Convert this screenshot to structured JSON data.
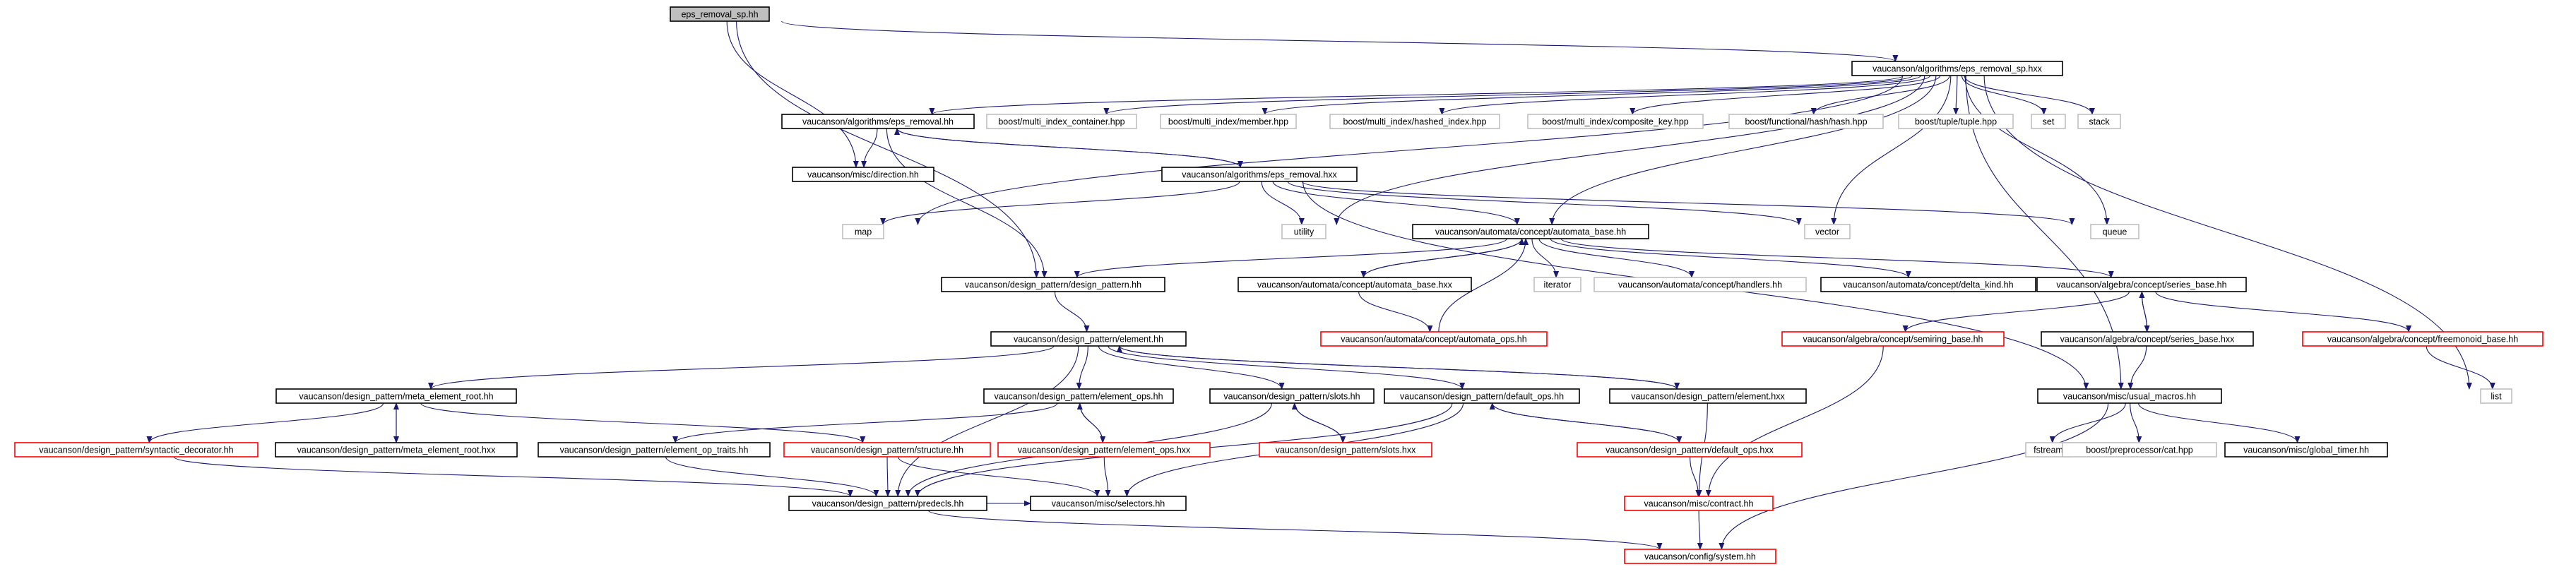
{
  "colors": {
    "edge": "#191970",
    "root_fill": "#bfbfbf",
    "normal_border": "#000000",
    "missing_border": "#ff0000",
    "external_border": "#c0c0c0"
  },
  "nodes": {
    "eps_removal_sp_hh": {
      "label": "eps_removal_sp.hh",
      "kind": "root"
    },
    "eps_removal_sp_hxx": {
      "label": "vaucanson/algorithms/eps_removal_sp.hxx",
      "kind": "normal"
    },
    "eps_removal_hh": {
      "label": "vaucanson/algorithms/eps_removal.hh",
      "kind": "normal"
    },
    "boost_mic": {
      "label": "boost/multi_index_container.hpp",
      "kind": "external"
    },
    "boost_member": {
      "label": "boost/multi_index/member.hpp",
      "kind": "external"
    },
    "boost_hashed": {
      "label": "boost/multi_index/hashed_index.hpp",
      "kind": "external"
    },
    "boost_composite": {
      "label": "boost/multi_index/composite_key.hpp",
      "kind": "external"
    },
    "boost_hash": {
      "label": "boost/functional/hash/hash.hpp",
      "kind": "external"
    },
    "boost_tuple": {
      "label": "boost/tuple/tuple.hpp",
      "kind": "external"
    },
    "set": {
      "label": "set",
      "kind": "external"
    },
    "stack": {
      "label": "stack",
      "kind": "external"
    },
    "direction_hh": {
      "label": "vaucanson/misc/direction.hh",
      "kind": "normal"
    },
    "eps_removal_hxx": {
      "label": "vaucanson/algorithms/eps_removal.hxx",
      "kind": "normal"
    },
    "map": {
      "label": "map",
      "kind": "external"
    },
    "utility": {
      "label": "utility",
      "kind": "external"
    },
    "automata_base_hh": {
      "label": "vaucanson/automata/concept/automata_base.hh",
      "kind": "normal"
    },
    "vector": {
      "label": "vector",
      "kind": "external"
    },
    "queue": {
      "label": "queue",
      "kind": "external"
    },
    "design_pattern_hh": {
      "label": "vaucanson/design_pattern/design_pattern.hh",
      "kind": "normal"
    },
    "automata_base_hxx": {
      "label": "vaucanson/automata/concept/automata_base.hxx",
      "kind": "normal"
    },
    "iterator": {
      "label": "iterator",
      "kind": "external"
    },
    "handlers_hh": {
      "label": "vaucanson/automata/concept/handlers.hh",
      "kind": "external"
    },
    "delta_kind_hh": {
      "label": "vaucanson/automata/concept/delta_kind.hh",
      "kind": "normal"
    },
    "series_base_hh": {
      "label": "vaucanson/algebra/concept/series_base.hh",
      "kind": "normal"
    },
    "automata_ops_hh": {
      "label": "vaucanson/automata/concept/automata_ops.hh",
      "kind": "missing"
    },
    "element_hh": {
      "label": "vaucanson/design_pattern/element.hh",
      "kind": "normal"
    },
    "semiring_base_hh": {
      "label": "vaucanson/algebra/concept/semiring_base.hh",
      "kind": "missing"
    },
    "series_base_hxx": {
      "label": "vaucanson/algebra/concept/series_base.hxx",
      "kind": "normal"
    },
    "freemonoid_base_hh": {
      "label": "vaucanson/algebra/concept/freemonoid_base.hh",
      "kind": "missing"
    },
    "list": {
      "label": "list",
      "kind": "external"
    },
    "meta_element_root_hh": {
      "label": "vaucanson/design_pattern/meta_element_root.hh",
      "kind": "normal"
    },
    "element_ops_hh": {
      "label": "vaucanson/design_pattern/element_ops.hh",
      "kind": "normal"
    },
    "slots_hh": {
      "label": "vaucanson/design_pattern/slots.hh",
      "kind": "normal"
    },
    "default_ops_hh": {
      "label": "vaucanson/design_pattern/default_ops.hh",
      "kind": "normal"
    },
    "element_hxx": {
      "label": "vaucanson/design_pattern/element.hxx",
      "kind": "normal"
    },
    "usual_macros_hh": {
      "label": "vaucanson/misc/usual_macros.hh",
      "kind": "normal"
    },
    "syntactic_decorator_hh": {
      "label": "vaucanson/design_pattern/syntactic_decorator.hh",
      "kind": "missing"
    },
    "meta_element_root_hxx": {
      "label": "vaucanson/design_pattern/meta_element_root.hxx",
      "kind": "normal"
    },
    "element_op_traits_hh": {
      "label": "vaucanson/design_pattern/element_op_traits.hh",
      "kind": "normal"
    },
    "structure_hh": {
      "label": "vaucanson/design_pattern/structure.hh",
      "kind": "missing"
    },
    "element_ops_hxx": {
      "label": "vaucanson/design_pattern/element_ops.hxx",
      "kind": "missing"
    },
    "slots_hxx": {
      "label": "vaucanson/design_pattern/slots.hxx",
      "kind": "missing"
    },
    "default_ops_hxx": {
      "label": "vaucanson/design_pattern/default_ops.hxx",
      "kind": "missing"
    },
    "fstream": {
      "label": "fstream",
      "kind": "external"
    },
    "boost_cat": {
      "label": "boost/preprocessor/cat.hpp",
      "kind": "external"
    },
    "global_timer_hh": {
      "label": "vaucanson/misc/global_timer.hh",
      "kind": "normal"
    },
    "predecls_hh": {
      "label": "vaucanson/design_pattern/predecls.hh",
      "kind": "normal"
    },
    "selectors_hh": {
      "label": "vaucanson/misc/selectors.hh",
      "kind": "normal"
    },
    "contract_hh": {
      "label": "vaucanson/misc/contract.hh",
      "kind": "missing"
    },
    "system_hh": {
      "label": "vaucanson/config/system.hh",
      "kind": "missing"
    }
  },
  "edges": [
    [
      "eps_removal_sp_hh",
      "eps_removal_sp_hxx"
    ],
    [
      "eps_removal_sp_hh",
      "direction_hh"
    ],
    [
      "eps_removal_sp_hh",
      "design_pattern_hh"
    ],
    [
      "eps_removal_sp_hxx",
      "eps_removal_hh"
    ],
    [
      "eps_removal_sp_hxx",
      "boost_mic"
    ],
    [
      "eps_removal_sp_hxx",
      "boost_member"
    ],
    [
      "eps_removal_sp_hxx",
      "boost_hashed"
    ],
    [
      "eps_removal_sp_hxx",
      "boost_composite"
    ],
    [
      "eps_removal_sp_hxx",
      "boost_hash"
    ],
    [
      "eps_removal_sp_hxx",
      "boost_tuple"
    ],
    [
      "eps_removal_sp_hxx",
      "set"
    ],
    [
      "eps_removal_sp_hxx",
      "stack"
    ],
    [
      "eps_removal_sp_hxx",
      "map"
    ],
    [
      "eps_removal_sp_hxx",
      "utility"
    ],
    [
      "eps_removal_sp_hxx",
      "automata_base_hh"
    ],
    [
      "eps_removal_sp_hxx",
      "vector"
    ],
    [
      "eps_removal_sp_hxx",
      "queue"
    ],
    [
      "eps_removal_sp_hxx",
      "usual_macros_hh"
    ],
    [
      "eps_removal_sp_hxx",
      "list"
    ],
    [
      "eps_removal_hh",
      "direction_hh"
    ],
    [
      "eps_removal_hh",
      "design_pattern_hh"
    ],
    [
      "eps_removal_hh",
      "eps_removal_hxx"
    ],
    [
      "eps_removal_hxx",
      "eps_removal_hh"
    ],
    [
      "eps_removal_hxx",
      "map"
    ],
    [
      "eps_removal_hxx",
      "utility"
    ],
    [
      "eps_removal_hxx",
      "automata_base_hh"
    ],
    [
      "eps_removal_hxx",
      "vector"
    ],
    [
      "eps_removal_hxx",
      "queue"
    ],
    [
      "eps_removal_hxx",
      "usual_macros_hh"
    ],
    [
      "automata_base_hh",
      "design_pattern_hh"
    ],
    [
      "automata_base_hh",
      "automata_base_hxx"
    ],
    [
      "automata_base_hh",
      "iterator"
    ],
    [
      "automata_base_hh",
      "handlers_hh"
    ],
    [
      "automata_base_hh",
      "delta_kind_hh"
    ],
    [
      "automata_base_hh",
      "series_base_hh"
    ],
    [
      "automata_base_hxx",
      "automata_base_hh"
    ],
    [
      "automata_base_hxx",
      "automata_ops_hh"
    ],
    [
      "automata_ops_hh",
      "automata_base_hh"
    ],
    [
      "design_pattern_hh",
      "element_hh"
    ],
    [
      "series_base_hh",
      "semiring_base_hh"
    ],
    [
      "series_base_hh",
      "series_base_hxx"
    ],
    [
      "series_base_hh",
      "freemonoid_base_hh"
    ],
    [
      "series_base_hxx",
      "series_base_hh"
    ],
    [
      "series_base_hxx",
      "usual_macros_hh"
    ],
    [
      "semiring_base_hh",
      "contract_hh"
    ],
    [
      "freemonoid_base_hh",
      "list"
    ],
    [
      "element_hh",
      "meta_element_root_hh"
    ],
    [
      "element_hh",
      "element_ops_hh"
    ],
    [
      "element_hh",
      "slots_hh"
    ],
    [
      "element_hh",
      "default_ops_hh"
    ],
    [
      "element_hh",
      "element_hxx"
    ],
    [
      "element_hh",
      "predecls_hh"
    ],
    [
      "element_hxx",
      "element_hh"
    ],
    [
      "element_hxx",
      "contract_hh"
    ],
    [
      "meta_element_root_hh",
      "syntactic_decorator_hh"
    ],
    [
      "meta_element_root_hh",
      "meta_element_root_hxx"
    ],
    [
      "meta_element_root_hh",
      "structure_hh"
    ],
    [
      "meta_element_root_hxx",
      "meta_element_root_hh"
    ],
    [
      "syntactic_decorator_hh",
      "predecls_hh"
    ],
    [
      "element_ops_hh",
      "element_op_traits_hh"
    ],
    [
      "element_ops_hh",
      "element_ops_hxx"
    ],
    [
      "element_ops_hxx",
      "element_ops_hh"
    ],
    [
      "element_ops_hxx",
      "selectors_hh"
    ],
    [
      "element_op_traits_hh",
      "predecls_hh"
    ],
    [
      "structure_hh",
      "predecls_hh"
    ],
    [
      "structure_hh",
      "selectors_hh"
    ],
    [
      "slots_hh",
      "slots_hxx"
    ],
    [
      "slots_hh",
      "predecls_hh"
    ],
    [
      "slots_hxx",
      "slots_hh"
    ],
    [
      "default_ops_hh",
      "default_ops_hxx"
    ],
    [
      "default_ops_hh",
      "predecls_hh"
    ],
    [
      "default_ops_hh",
      "selectors_hh"
    ],
    [
      "default_ops_hxx",
      "default_ops_hh"
    ],
    [
      "default_ops_hxx",
      "contract_hh"
    ],
    [
      "usual_macros_hh",
      "fstream"
    ],
    [
      "usual_macros_hh",
      "boost_cat"
    ],
    [
      "usual_macros_hh",
      "global_timer_hh"
    ],
    [
      "usual_macros_hh",
      "system_hh"
    ],
    [
      "predecls_hh",
      "selectors_hh"
    ],
    [
      "predecls_hh",
      "system_hh"
    ],
    [
      "contract_hh",
      "system_hh"
    ]
  ]
}
